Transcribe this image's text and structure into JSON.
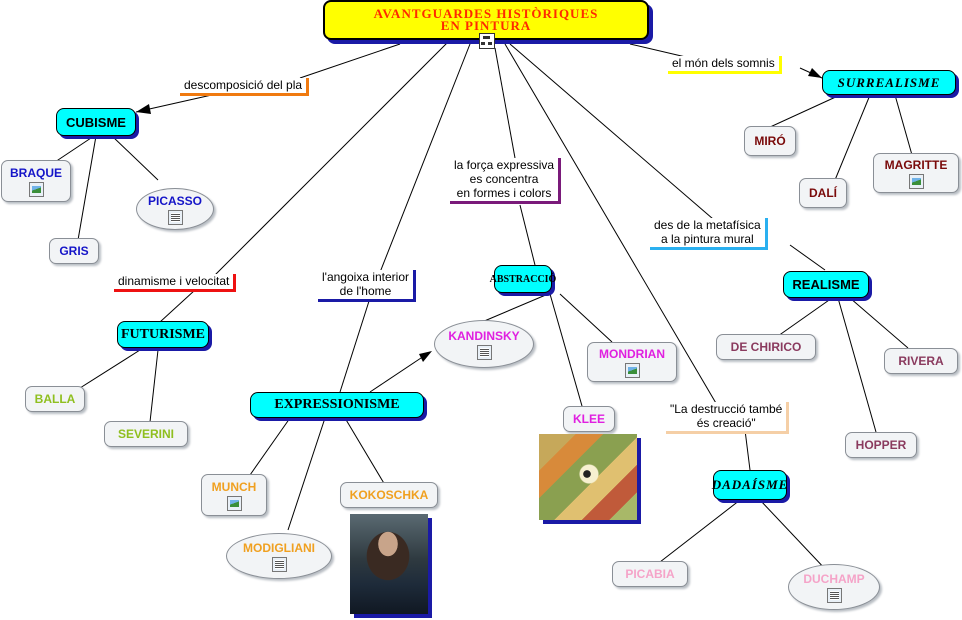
{
  "title": {
    "line1": "AVANTGUARDES HISTÒRIQUES",
    "line2": "EN PINTURA"
  },
  "movements": {
    "cubisme": "CUBISME",
    "surrealisme": "SURREALISME",
    "futurisme": "FUTURISME",
    "expressionisme": "EXPRESSIONISME",
    "abstraccio": "ABSTRACCIÓ",
    "realisme": "REALISME",
    "dadaisme": "DADAÍSME"
  },
  "links": {
    "cubisme": "descomposició del pla",
    "surrealisme": "el món dels somnis",
    "futurisme": "dinamisme i velocitat",
    "expressionisme_1": "l'angoixa interior",
    "expressionisme_2": "de l'home",
    "abstraccio_1": "la força expressiva",
    "abstraccio_2": "es concentra",
    "abstraccio_3": "en formes i colors",
    "realisme_1": "des de la metafísica",
    "realisme_2": "a la pintura mural",
    "dadaisme_1": "\"La destrucció també",
    "dadaisme_2": "és creació\""
  },
  "artists": {
    "braque": "BRAQUE",
    "picasso": "PICASSO",
    "gris": "GRIS",
    "miro": "MIRÓ",
    "dali": "DALÍ",
    "magritte": "MAGRITTE",
    "balla": "BALLA",
    "severini": "SEVERINI",
    "kandinsky": "KANDINSKY",
    "mondrian": "MONDRIAN",
    "klee": "KLEE",
    "munch": "MUNCH",
    "modigliani": "MODIGLIANI",
    "kokoschka": "KOKOSCHKA",
    "de_chirico": "DE CHIRICO",
    "rivera": "RIVERA",
    "hopper": "HOPPER",
    "picabia": "PICABIA",
    "duchamp": "DUCHAMP"
  },
  "colors": {
    "title_fill": "#ffff00",
    "title_text": "#ff2a00",
    "movement_fill": "#00ffff",
    "shadow": "#1a1aa6",
    "cubisme_artists": "#1515c8",
    "surrealisme_artists": "#7a0a0a",
    "futurisme_artists": "#8fbf1f",
    "expressionisme_artists": "#f0a020",
    "abstraccio_artists": "#e020e0",
    "realisme_artists": "#8a3a5e",
    "dadaisme_artists": "#f5a3c8",
    "ul_cubisme": "#f07a10",
    "ul_surrealisme": "#ffff00",
    "ul_futurisme": "#ee1111",
    "ul_expressionisme": "#1a1aa6",
    "ul_abstraccio": "#7a1a7a",
    "ul_realisme": "#2ab0f0",
    "ul_dadaisme": "#f5cfa6"
  }
}
